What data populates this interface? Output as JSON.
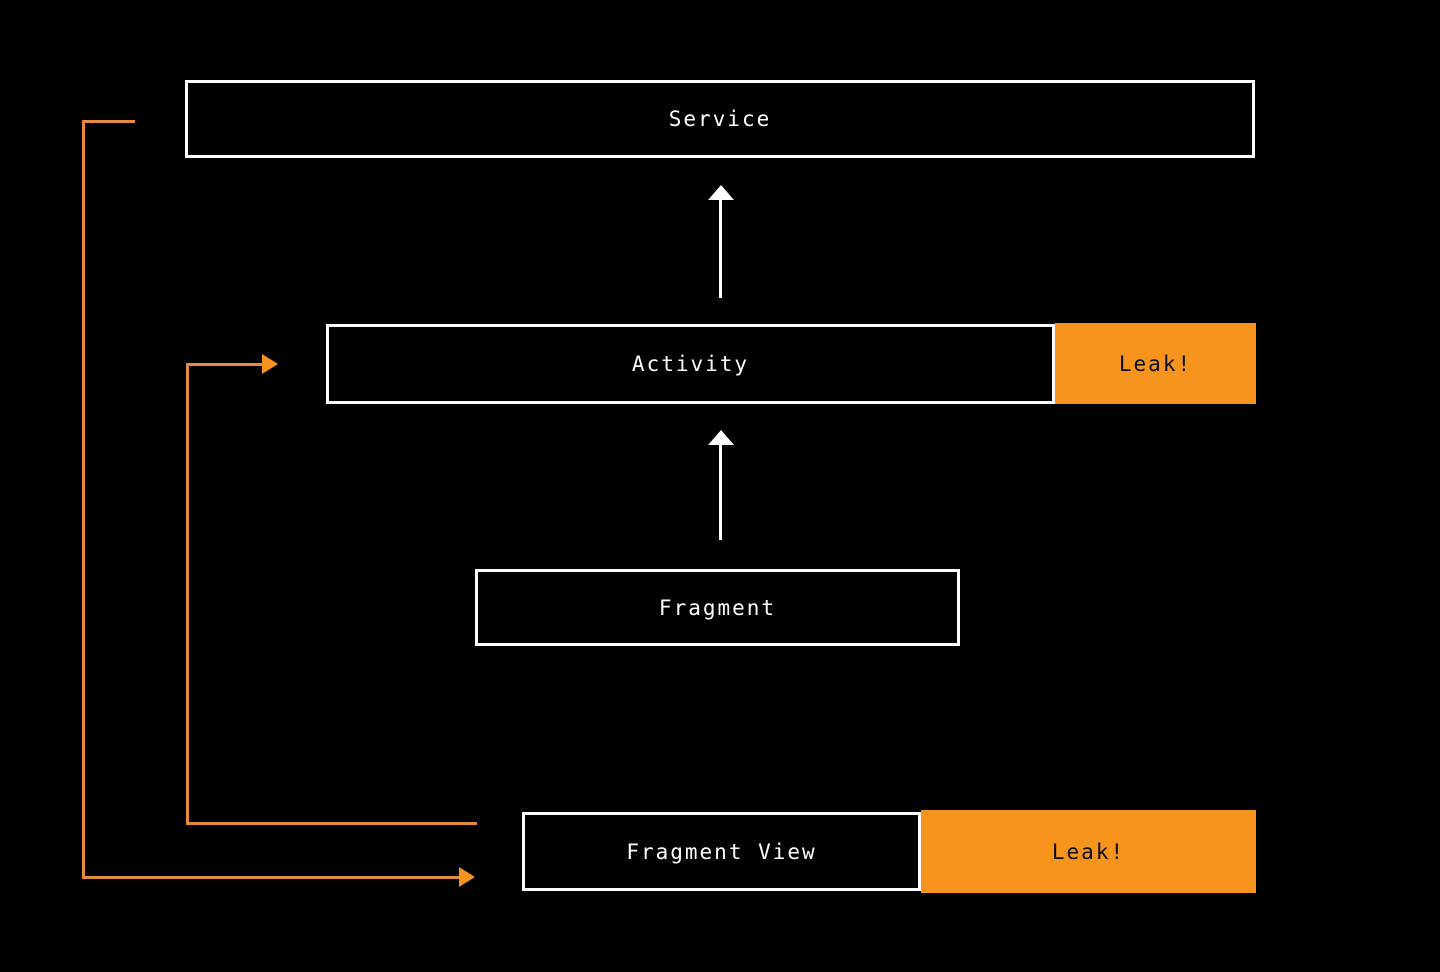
{
  "diagram": {
    "title": "android component leak diagram",
    "nodes": {
      "service": {
        "label": "Service"
      },
      "activity": {
        "label": "Activity"
      },
      "fragment": {
        "label": "Fragment"
      },
      "fragment_view": {
        "label": "Fragment View"
      }
    },
    "leak_badges": {
      "activity_leak": {
        "label": "Leak!"
      },
      "fragment_view_leak": {
        "label": "Leak!"
      }
    },
    "edges": [
      {
        "from": "activity",
        "to": "service",
        "style": "white-arrow-up"
      },
      {
        "from": "fragment",
        "to": "activity",
        "style": "white-arrow-up"
      },
      {
        "from": "service",
        "to": "fragment_view",
        "style": "orange-elbow-arrow"
      },
      {
        "from": "fragment_view",
        "to": "activity",
        "style": "orange-elbow-arrow"
      }
    ]
  },
  "colors": {
    "background": "#000000",
    "accent_orange": "#F7941E",
    "line_orange": "#E58B3B",
    "box_border": "#FFFFFF",
    "text_light": "#FFFFFF",
    "text_dark": "#0A0A0A"
  }
}
